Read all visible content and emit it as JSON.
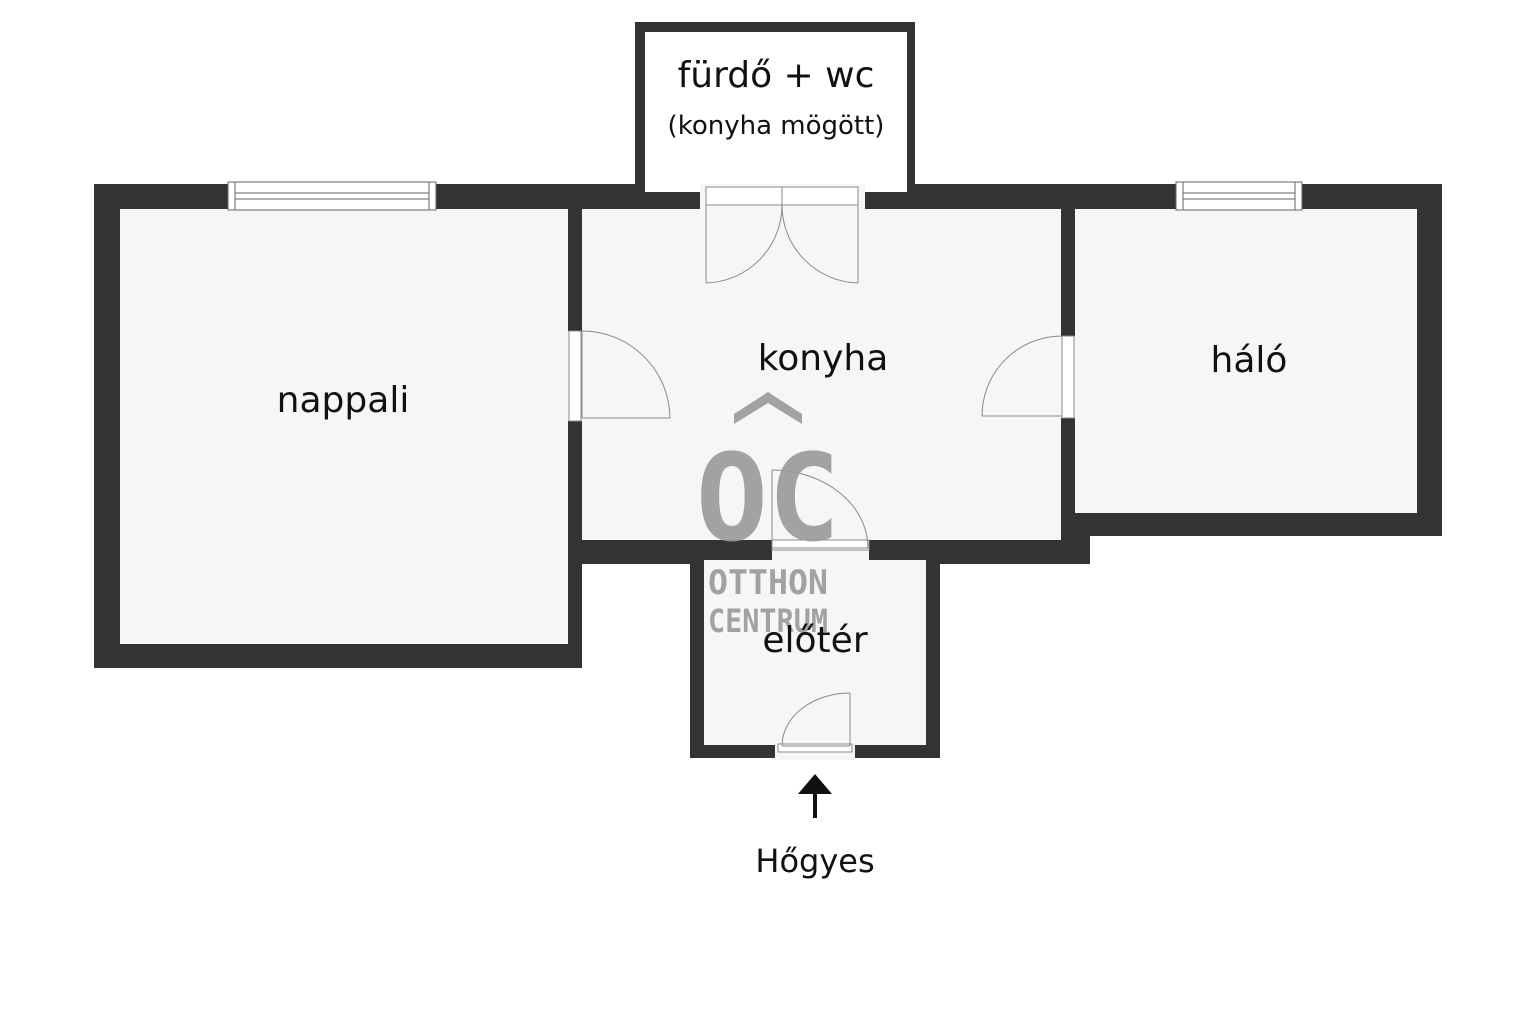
{
  "rooms": {
    "bathroom": {
      "label": "fürdő + wc",
      "note": "(konyha mögött)"
    },
    "living": {
      "label": "nappali"
    },
    "kitchen": {
      "label": "konyha"
    },
    "bedroom": {
      "label": "háló"
    },
    "hall": {
      "label": "előtér"
    }
  },
  "entrance": {
    "label": "Hőgyes"
  },
  "watermark": {
    "logo": "OC",
    "line1": "OTTHON",
    "line2": "CENTRUM"
  },
  "colors": {
    "wall": "#333333",
    "floor": "#f7f5f5",
    "background": "#ffffff",
    "watermark": "#9a9a9a"
  }
}
